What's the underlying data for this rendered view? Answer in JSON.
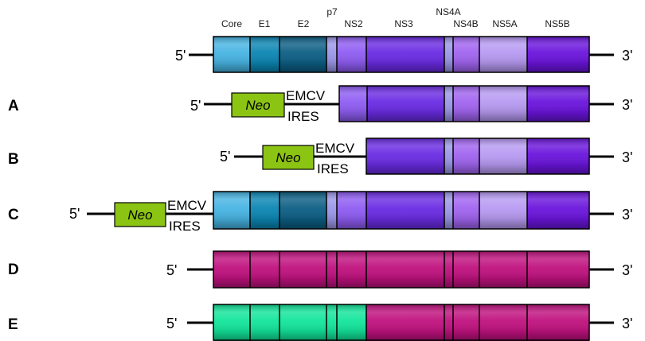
{
  "colors": {
    "core": "#47B4E3",
    "e1": "#0B86B3",
    "e2": "#0C5E84",
    "p7": "#9B97E8",
    "ns2": "#8E5CF2",
    "ns3": "#6A2BE3",
    "ns4a": "#9B97E8",
    "ns4b": "#A164F0",
    "ns5a": "#B79AF2",
    "ns5b": "#6A14DC",
    "magenta": "#C0117E",
    "green": "#12E59B",
    "neo": "#8CC414"
  },
  "gene_labels": {
    "core": "Core",
    "e1": "E1",
    "e2": "E2",
    "p7": "p7",
    "ns2": "NS2",
    "ns3": "NS3",
    "ns4a": "NS4A",
    "ns4b": "NS4B",
    "ns5a": "NS5A",
    "ns5b": "NS5B"
  },
  "rows": [
    {
      "id": "genome",
      "label": "",
      "five": "5'",
      "three": "3'"
    },
    {
      "id": "A",
      "label": "A",
      "five": "5'",
      "three": "3'",
      "neo": "Neo",
      "ires_top": "EMCV",
      "ires_bottom": "IRES"
    },
    {
      "id": "B",
      "label": "B",
      "five": "5'",
      "three": "3'",
      "neo": "Neo",
      "ires_top": "EMCV",
      "ires_bottom": "IRES"
    },
    {
      "id": "C",
      "label": "C",
      "five": "5'",
      "three": "3'",
      "neo": "Neo",
      "ires_top": "EMCV",
      "ires_bottom": "IRES"
    },
    {
      "id": "D",
      "label": "D",
      "five": "5'",
      "three": "3'"
    },
    {
      "id": "E",
      "label": "E",
      "five": "5'",
      "three": "3'"
    }
  ]
}
